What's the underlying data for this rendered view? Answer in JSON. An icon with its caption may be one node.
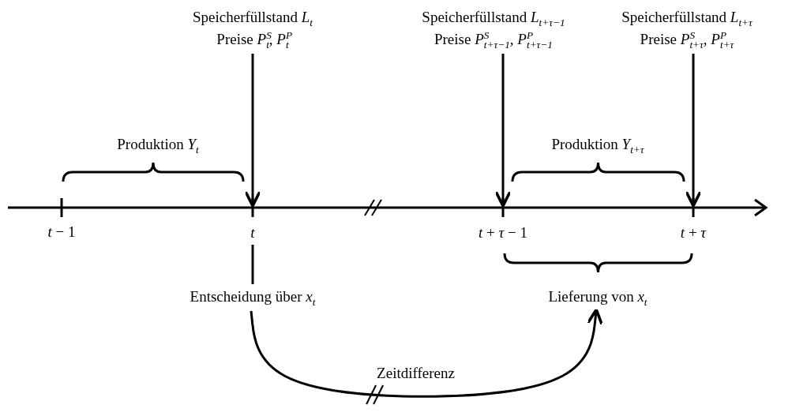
{
  "diagram": {
    "nodes": [
      {
        "text": [
          "Speicherfüllstand *L*$_{t}$",
          "Preise *P*$^{S}$$_{t}$, *P*$^{P}$$_{t}$"
        ]
      },
      {
        "text": [
          "Speicherfüllstand *L*$_{t+τ−1}$",
          "Preise *P*$^{S}$$_{t+τ−1}$, *P*$^{P}$$_{t+τ−1}$"
        ]
      },
      {
        "text": [
          "Speicherfüllstand *L*$_{t+τ}$",
          "Preise *P*$^{S}$$_{t+τ}$, *P*$^{P}$$_{t+τ}$"
        ]
      },
      {
        "text": [
          "Entscheidung über *x*$_{t}$"
        ]
      },
      {
        "text": [
          "Lieferung von *x*$_{t}$"
        ]
      },
      {
        "text": [
          "*t*"
        ]
      },
      {
        "text": [
          "*t* + *τ* − 1"
        ]
      },
      {
        "text": [
          "*t* + *τ*"
        ]
      }
    ],
    "edges": [
      {
        "from": 0,
        "to": 5,
        "arrow": "to"
      },
      {
        "from": 1,
        "to": 6,
        "arrow": "to"
      },
      {
        "from": 2,
        "to": 7,
        "arrow": "to"
      },
      {
        "from": 5,
        "to": 3,
        "arrow": "none"
      },
      {
        "from": 3,
        "to": 4,
        "arrow": "to",
        "label": "Zeitdifferenz"
      }
    ],
    "labels": [
      "Produktion *Y*$_{t}$",
      "Produktion *Y*$_{t+τ}$",
      "*t* − 1"
    ]
  }
}
